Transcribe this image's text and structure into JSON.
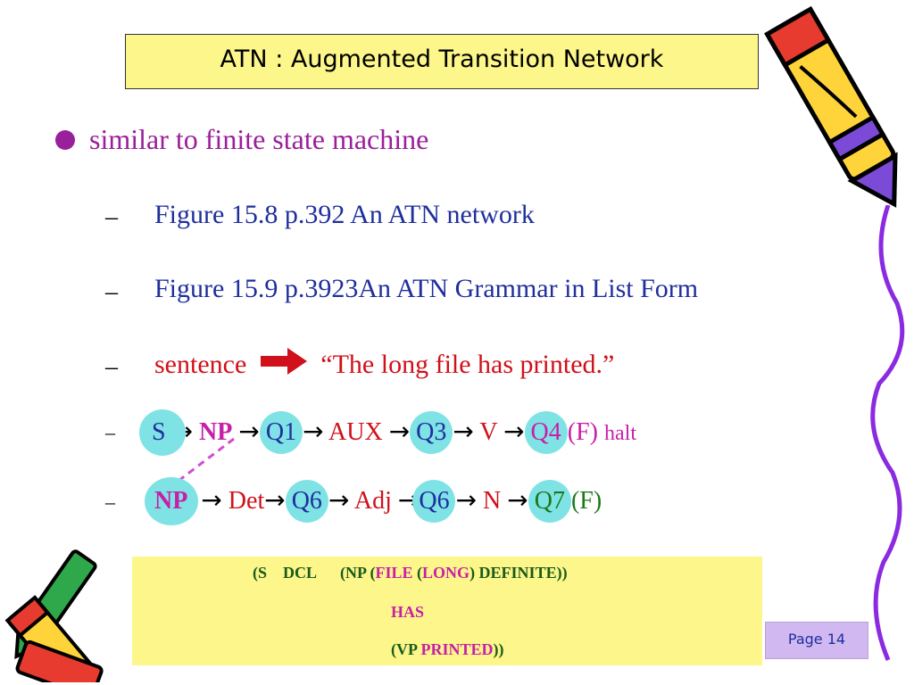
{
  "title": "ATN : Augmented Transition Network",
  "bullet": "similar to finite state machine",
  "dash": "–",
  "items": {
    "fig1": "Figure 15.8 p.392 An ATN network",
    "fig2": "Figure 15.9 p.3923An ATN Grammar in List Form",
    "sentence_label": "sentence",
    "sentence_text": "“The long file has printed.”"
  },
  "arrow_glyph": "→",
  "seq1": {
    "s": "S",
    "np": "NP",
    "q1": "Q1",
    "aux": "AUX",
    "q3": "Q3",
    "v": "V",
    "q4": "Q4",
    "f": "(F)",
    "halt": "halt"
  },
  "seq2": {
    "np": "NP",
    "det": "Det",
    "q6a": "Q6",
    "adj": "Adj",
    "q6b": "Q6",
    "n": "N",
    "q7": "Q7",
    "f": "(F)"
  },
  "list_form": {
    "l1_open": "(S",
    "l1_dcl": "DCL",
    "l1_np_open": "(NP (",
    "l1_file": "FILE",
    "l1_paren": " (",
    "l1_long": "LONG",
    "l1_close_def": ") DEFINITE))",
    "l2_has": "HAS",
    "l3_open": "(VP ",
    "l3_printed": "PRINTED",
    "l3_close": "))"
  },
  "page_label": "Page 14",
  "colors": {
    "title_bg": "#fdf68a",
    "purple": "#9a1f9a",
    "blue": "#1f2f9c",
    "red": "#d0101a",
    "green": "#1a7a1a",
    "magenta": "#c81fa8",
    "node_bg": "#7fe3e6",
    "page_bg": "#d2b8f0"
  }
}
